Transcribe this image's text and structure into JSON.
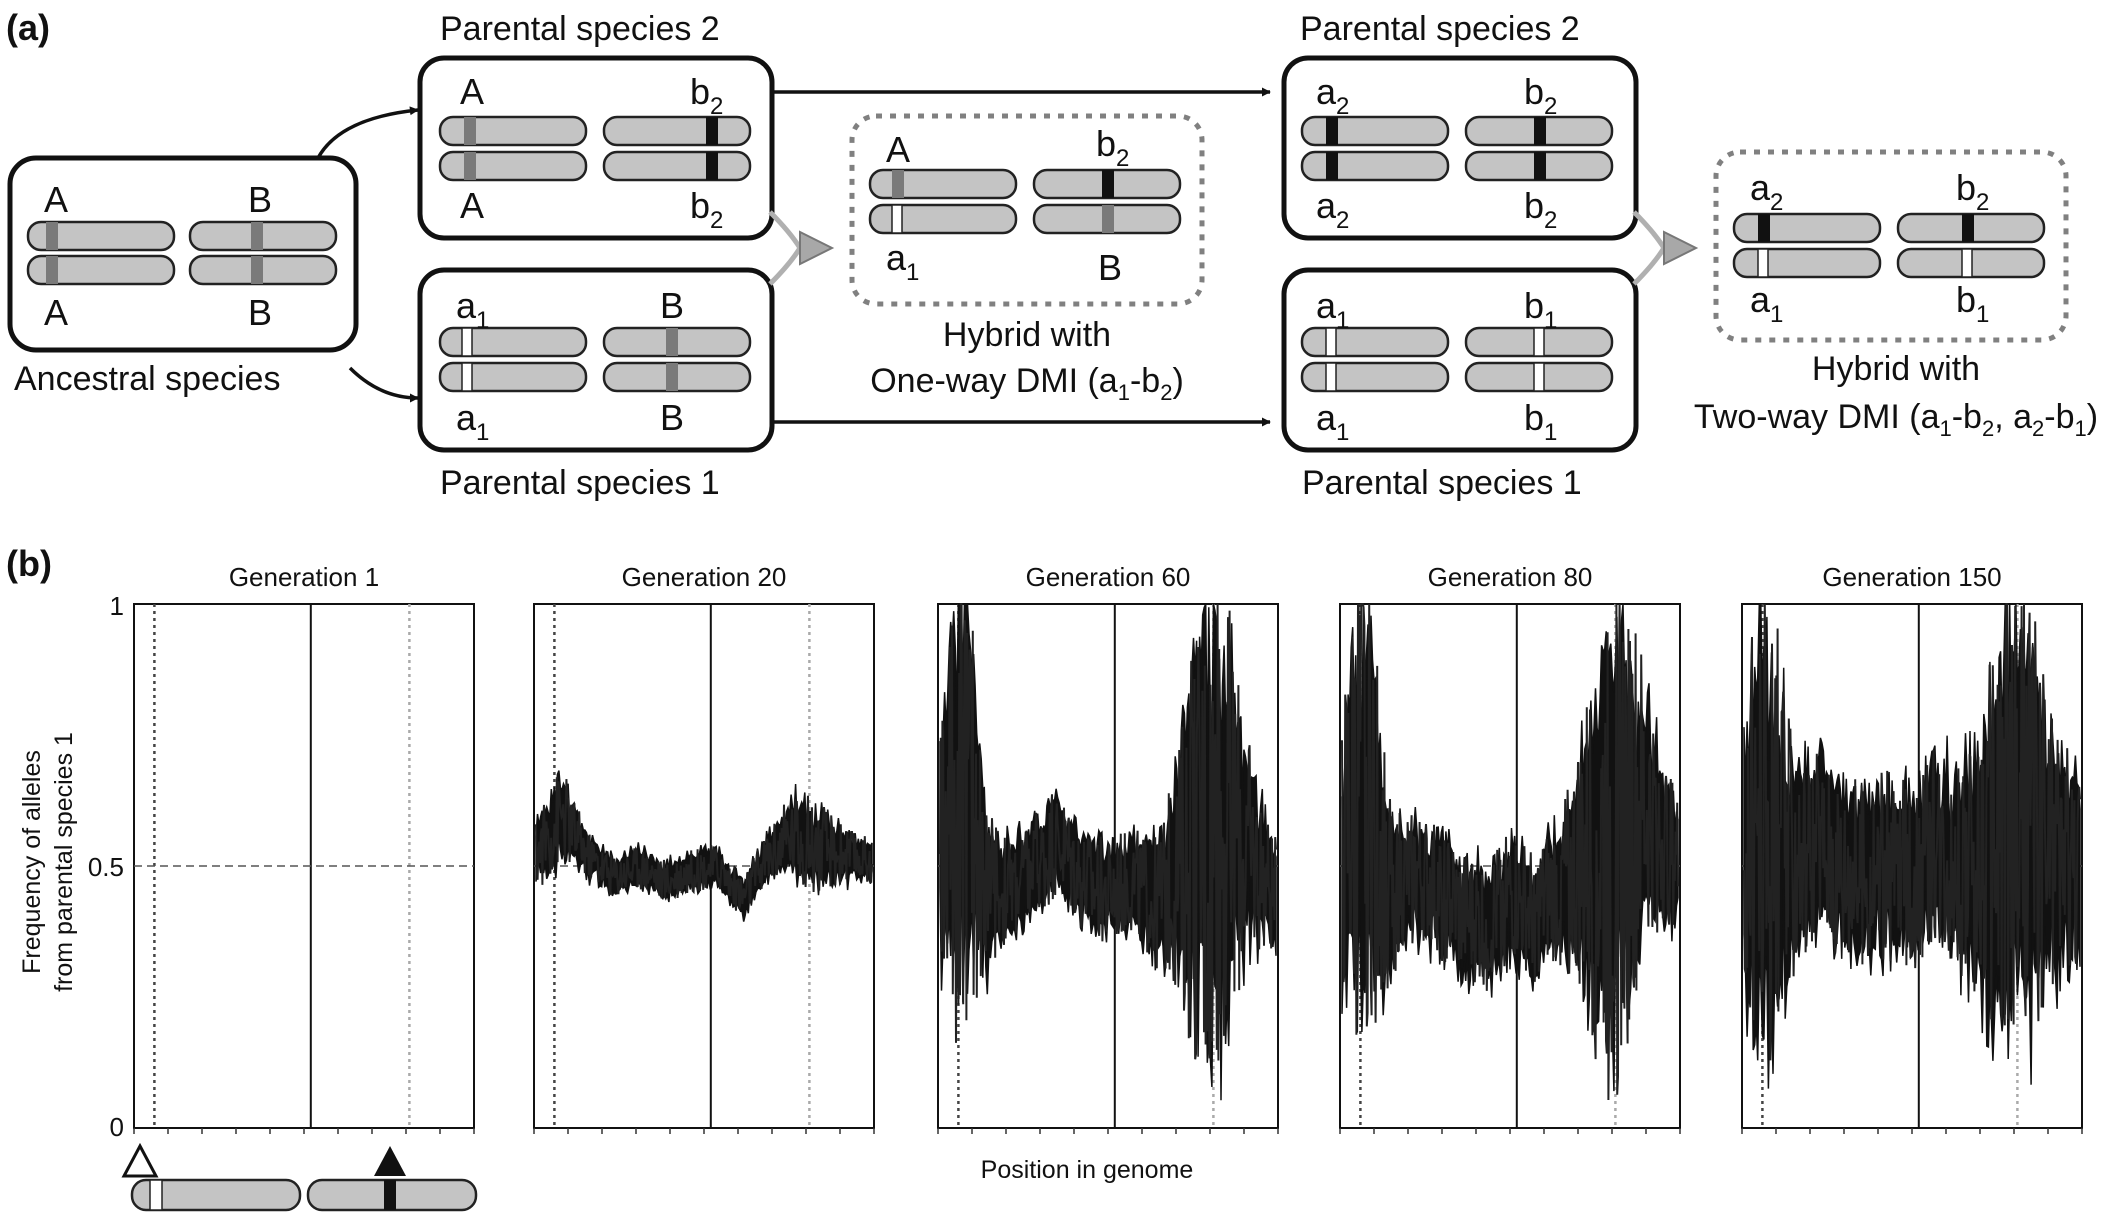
{
  "panel_a": {
    "label": "(a)",
    "ancestral": {
      "caption": "Ancestral species",
      "top_left": "A",
      "top_right": "B",
      "bottom_left": "A",
      "bottom_right": "B"
    },
    "stage1_p2": {
      "caption": "Parental species 2",
      "top_left": "A",
      "top_right": "b",
      "top_right_sub": "2",
      "bottom_left": "A",
      "bottom_right": "b",
      "bottom_right_sub": "2"
    },
    "stage1_p1": {
      "caption": "Parental species 1",
      "top_left": "a",
      "top_left_sub": "1",
      "top_right": "B",
      "bottom_left": "a",
      "bottom_left_sub": "1",
      "bottom_right": "B"
    },
    "hybrid1": {
      "top_left": "A",
      "top_right": "b",
      "top_right_sub": "2",
      "bottom_left": "a",
      "bottom_left_sub": "1",
      "bottom_right": "B",
      "caption_line1": "Hybrid with",
      "caption_line2": "One-way DMI (a",
      "caption_line2_s1": "1",
      "caption_line2_m": "-b",
      "caption_line2_s2": "2",
      "caption_line2_e": ")"
    },
    "stage2_p2": {
      "caption": "Parental species 2",
      "top_left": "a",
      "top_left_sub": "2",
      "top_right": "b",
      "top_right_sub": "2",
      "bottom_left": "a",
      "bottom_left_sub": "2",
      "bottom_right": "b",
      "bottom_right_sub": "2"
    },
    "stage2_p1": {
      "caption": "Parental species 1",
      "top_left": "a",
      "top_left_sub": "1",
      "top_right": "b",
      "top_right_sub": "1",
      "bottom_left": "a",
      "bottom_left_sub": "1",
      "bottom_right": "b",
      "bottom_right_sub": "1"
    },
    "hybrid2": {
      "top_left": "a",
      "top_left_sub": "2",
      "top_right": "b",
      "top_right_sub": "2",
      "bottom_left": "a",
      "bottom_left_sub": "1",
      "bottom_right": "b",
      "bottom_right_sub": "1",
      "caption_line1": "Hybrid with",
      "caption_line2": "Two-way DMI (a",
      "caption_line2_s1": "1",
      "caption_line2_m1": "-b",
      "caption_line2_s2": "2",
      "caption_line2_m2": ", a",
      "caption_line2_s3": "2",
      "caption_line2_m3": "-b",
      "caption_line2_s4": "1",
      "caption_line2_e": ")"
    },
    "colors": {
      "chromosome": "#c4c4c4",
      "ancestral_allele": "#7a7a7a",
      "derived_2": "#111111",
      "derived_1": "#ffffff",
      "box": "#111111",
      "dashed_box": "#808080"
    }
  },
  "panel_b": {
    "label": "(b)",
    "ylabel_line1": "Frequency of alleles",
    "ylabel_line2": "from parental species 1",
    "xlabel": "Position in genome",
    "yticks": [
      "1",
      "0.5",
      "0"
    ],
    "colors": {
      "trace": "#111111",
      "frame": "#111111"
    }
  },
  "chart_data": [
    {
      "type": "area",
      "title": "Generation 1",
      "ylim": [
        0,
        1
      ],
      "mean": 0.5,
      "amplitude": [
        0,
        0
      ],
      "series": [
        {
          "values": [
            0.5,
            0.5,
            0.5,
            0.5,
            0.5,
            0.5,
            0.5,
            0.5,
            0.5,
            0.5,
            0.5,
            0.5
          ]
        }
      ]
    },
    {
      "type": "area",
      "title": "Generation 20",
      "ylim": [
        0,
        1
      ],
      "mean": 0.5,
      "amplitude": [
        0.04,
        0.09
      ],
      "series": [
        {
          "values": [
            0.52,
            0.6,
            0.52,
            0.48,
            0.5,
            0.47,
            0.49,
            0.5,
            0.44,
            0.52,
            0.56,
            0.53,
            0.52,
            0.51
          ]
        }
      ]
    },
    {
      "type": "area",
      "title": "Generation 60",
      "ylim": [
        0,
        1
      ],
      "mean": 0.5,
      "amplitude": [
        0.1,
        0.48
      ],
      "series": [
        {
          "values": [
            0.55,
            0.7,
            0.45,
            0.46,
            0.5,
            0.55,
            0.47,
            0.45,
            0.48,
            0.43,
            0.5,
            0.55,
            0.6,
            0.52,
            0.44
          ]
        }
      ]
    },
    {
      "type": "area",
      "title": "Generation 80",
      "ylim": [
        0,
        1
      ],
      "mean": 0.5,
      "amplitude": [
        0.12,
        0.48
      ],
      "series": [
        {
          "values": [
            0.5,
            0.65,
            0.45,
            0.48,
            0.45,
            0.4,
            0.38,
            0.44,
            0.4,
            0.45,
            0.5,
            0.52,
            0.6,
            0.58,
            0.5
          ]
        }
      ]
    },
    {
      "type": "area",
      "title": "Generation 150",
      "ylim": [
        0,
        1
      ],
      "mean": 0.5,
      "amplitude": [
        0.18,
        0.48
      ],
      "series": [
        {
          "values": [
            0.55,
            0.6,
            0.5,
            0.55,
            0.5,
            0.47,
            0.5,
            0.48,
            0.55,
            0.5,
            0.52,
            0.55,
            0.58,
            0.52,
            0.5
          ]
        }
      ]
    }
  ]
}
